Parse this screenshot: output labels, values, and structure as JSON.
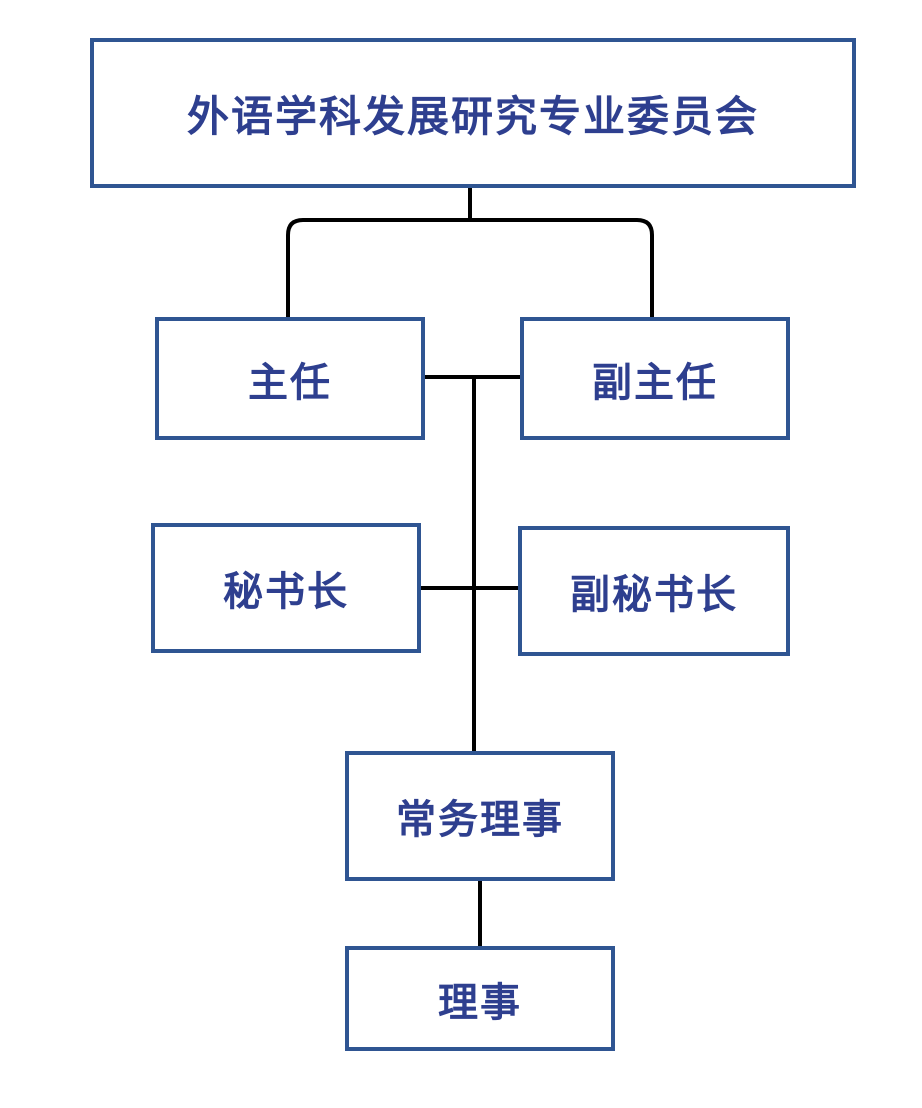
{
  "org_chart": {
    "root": {
      "label": "外语学科发展研究专业委员会"
    },
    "chair": {
      "label": "主任"
    },
    "vice_chair": {
      "label": "副主任"
    },
    "secretary_general": {
      "label": "秘书长"
    },
    "deputy_secretary_general": {
      "label": "副秘书长"
    },
    "executive_directors": {
      "label": "常务理事"
    },
    "directors": {
      "label": "理事"
    }
  },
  "colors": {
    "box_border": "#2f5592",
    "box_text": "#2e3f8f",
    "connector": "#000000",
    "background": "#ffffff"
  }
}
